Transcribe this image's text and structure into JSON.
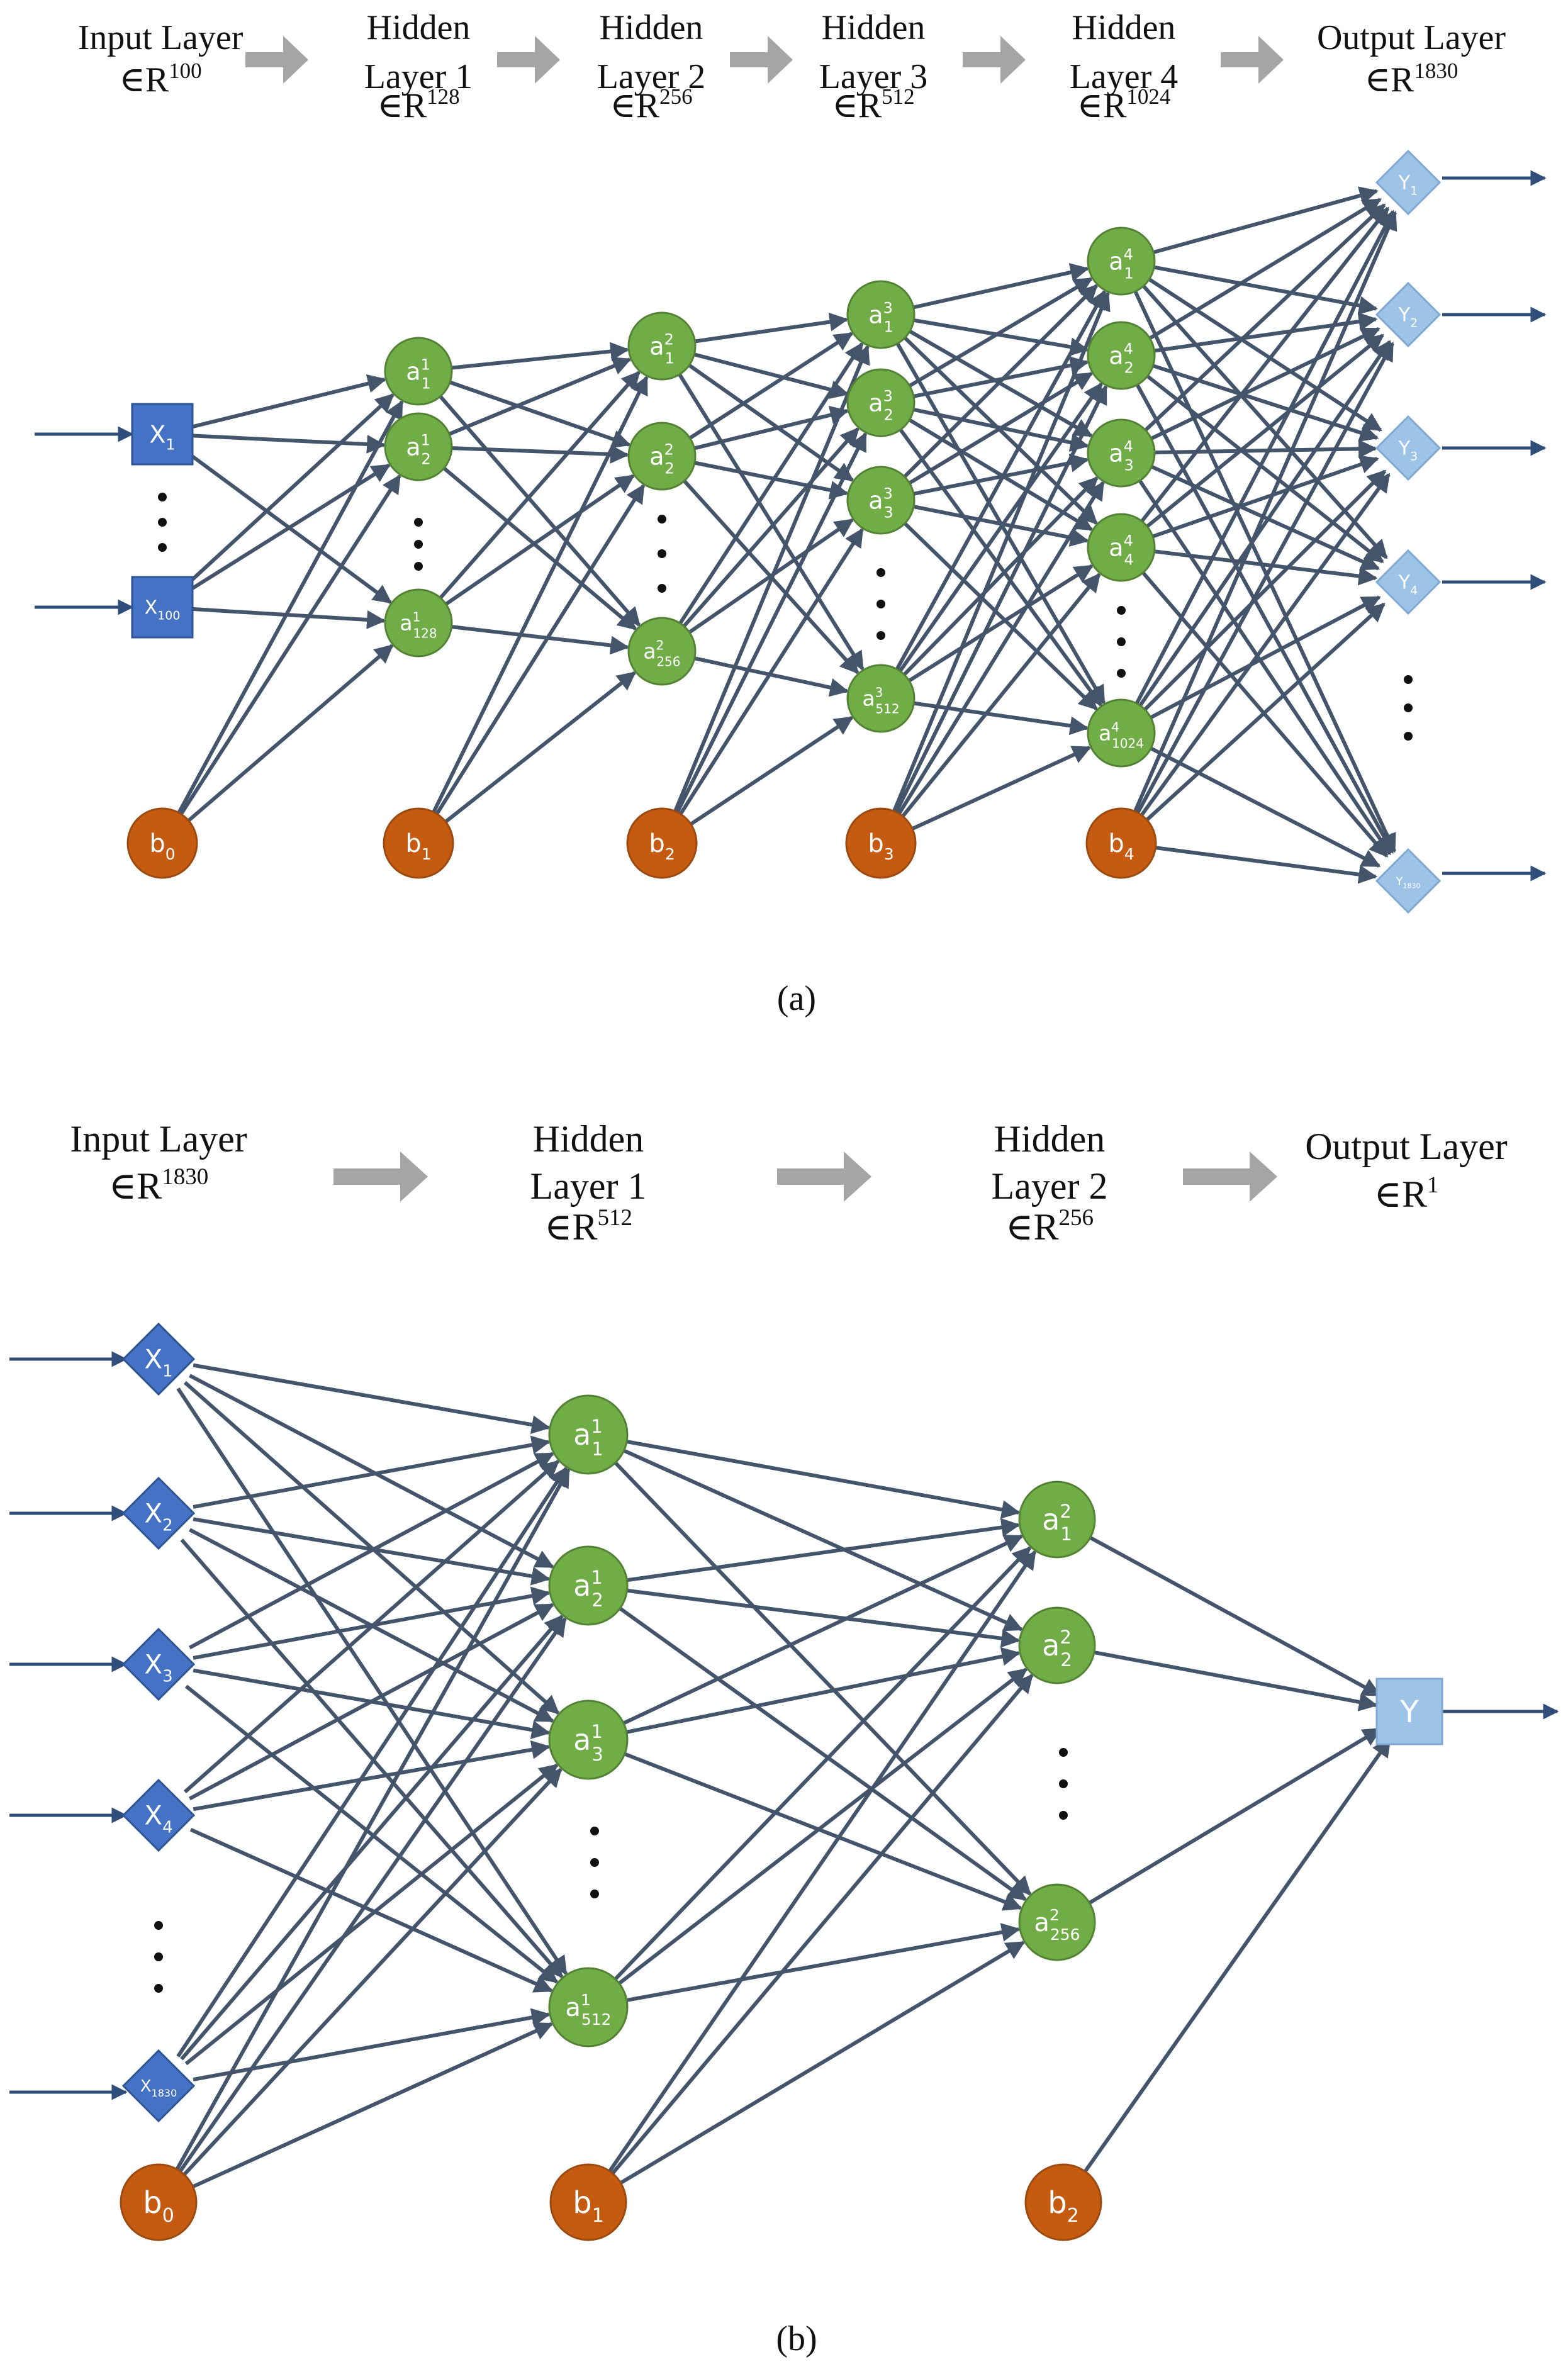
{
  "colors": {
    "edge": "#44546a",
    "input_node": "#4472c4",
    "hidden_node": "#70ad47",
    "bias_node": "#c55a11",
    "output_node": "#9dc3e6",
    "header_arrow": "#a5a5a5",
    "text": "#111111"
  },
  "panel_a": {
    "caption": "(a)",
    "headers": [
      {
        "line1": "Input Layer",
        "line2": "",
        "dim_prefix": "∈R",
        "dim": "100"
      },
      {
        "line1": "Hidden",
        "line2": "Layer 1",
        "dim_prefix": "∈R",
        "dim": "128"
      },
      {
        "line1": "Hidden",
        "line2": "Layer 2",
        "dim_prefix": "∈R",
        "dim": "256"
      },
      {
        "line1": "Hidden",
        "line2": "Layer 3",
        "dim_prefix": "∈R",
        "dim": "512"
      },
      {
        "line1": "Hidden",
        "line2": "Layer 4",
        "dim_prefix": "∈R",
        "dim": "1024"
      },
      {
        "line1": "Output Layer",
        "line2": "",
        "dim_prefix": "∈R",
        "dim": "1830"
      }
    ],
    "layers": [
      {
        "name": "input",
        "nodes": [
          {
            "base": "X",
            "sub": "1"
          },
          {
            "base": "X",
            "sub": "100"
          }
        ],
        "bias": {
          "base": "b",
          "sub": "0"
        }
      },
      {
        "name": "hidden1",
        "nodes": [
          {
            "base": "a",
            "sup": "1",
            "sub": "1"
          },
          {
            "base": "a",
            "sup": "1",
            "sub": "2"
          },
          {
            "base": "a",
            "sup": "1",
            "sub": "128"
          }
        ],
        "bias": {
          "base": "b",
          "sub": "1"
        }
      },
      {
        "name": "hidden2",
        "nodes": [
          {
            "base": "a",
            "sup": "2",
            "sub": "1"
          },
          {
            "base": "a",
            "sup": "2",
            "sub": "2"
          },
          {
            "base": "a",
            "sup": "2",
            "sub": "256"
          }
        ],
        "bias": {
          "base": "b",
          "sub": "2"
        }
      },
      {
        "name": "hidden3",
        "nodes": [
          {
            "base": "a",
            "sup": "3",
            "sub": "1"
          },
          {
            "base": "a",
            "sup": "3",
            "sub": "2"
          },
          {
            "base": "a",
            "sup": "3",
            "sub": "3"
          },
          {
            "base": "a",
            "sup": "3",
            "sub": "512"
          }
        ],
        "bias": {
          "base": "b",
          "sub": "3"
        }
      },
      {
        "name": "hidden4",
        "nodes": [
          {
            "base": "a",
            "sup": "4",
            "sub": "1"
          },
          {
            "base": "a",
            "sup": "4",
            "sub": "2"
          },
          {
            "base": "a",
            "sup": "4",
            "sub": "3"
          },
          {
            "base": "a",
            "sup": "4",
            "sub": "4"
          },
          {
            "base": "a",
            "sup": "4",
            "sub": "1024"
          }
        ],
        "bias": {
          "base": "b",
          "sub": "4"
        }
      },
      {
        "name": "output",
        "nodes": [
          {
            "base": "Y",
            "sub": "1"
          },
          {
            "base": "Y",
            "sub": "2"
          },
          {
            "base": "Y",
            "sub": "3"
          },
          {
            "base": "Y",
            "sub": "4"
          },
          {
            "base": "Y",
            "sub": "1830"
          }
        ]
      }
    ]
  },
  "panel_b": {
    "caption": "(b)",
    "headers": [
      {
        "line1": "Input Layer",
        "line2": "",
        "dim_prefix": "∈R",
        "dim": "1830"
      },
      {
        "line1": "Hidden",
        "line2": "Layer 1",
        "dim_prefix": "∈R",
        "dim": "512"
      },
      {
        "line1": "Hidden",
        "line2": "Layer 2",
        "dim_prefix": "∈R",
        "dim": "256"
      },
      {
        "line1": "Output Layer",
        "line2": "",
        "dim_prefix": "∈R",
        "dim": "1"
      }
    ],
    "layers": [
      {
        "name": "input",
        "nodes": [
          {
            "base": "X",
            "sub": "1"
          },
          {
            "base": "X",
            "sub": "2"
          },
          {
            "base": "X",
            "sub": "3"
          },
          {
            "base": "X",
            "sub": "4"
          },
          {
            "base": "X",
            "sub": "1830"
          }
        ],
        "bias": {
          "base": "b",
          "sub": "0"
        }
      },
      {
        "name": "hidden1",
        "nodes": [
          {
            "base": "a",
            "sup": "1",
            "sub": "1"
          },
          {
            "base": "a",
            "sup": "1",
            "sub": "2"
          },
          {
            "base": "a",
            "sup": "1",
            "sub": "3"
          },
          {
            "base": "a",
            "sup": "1",
            "sub": "512"
          }
        ],
        "bias": {
          "base": "b",
          "sub": "1"
        }
      },
      {
        "name": "hidden2",
        "nodes": [
          {
            "base": "a",
            "sup": "2",
            "sub": "1"
          },
          {
            "base": "a",
            "sup": "2",
            "sub": "2"
          },
          {
            "base": "a",
            "sup": "2",
            "sub": "256"
          }
        ],
        "bias": {
          "base": "b",
          "sub": "2"
        }
      },
      {
        "name": "output",
        "nodes": [
          {
            "base": "Y"
          }
        ]
      }
    ]
  }
}
